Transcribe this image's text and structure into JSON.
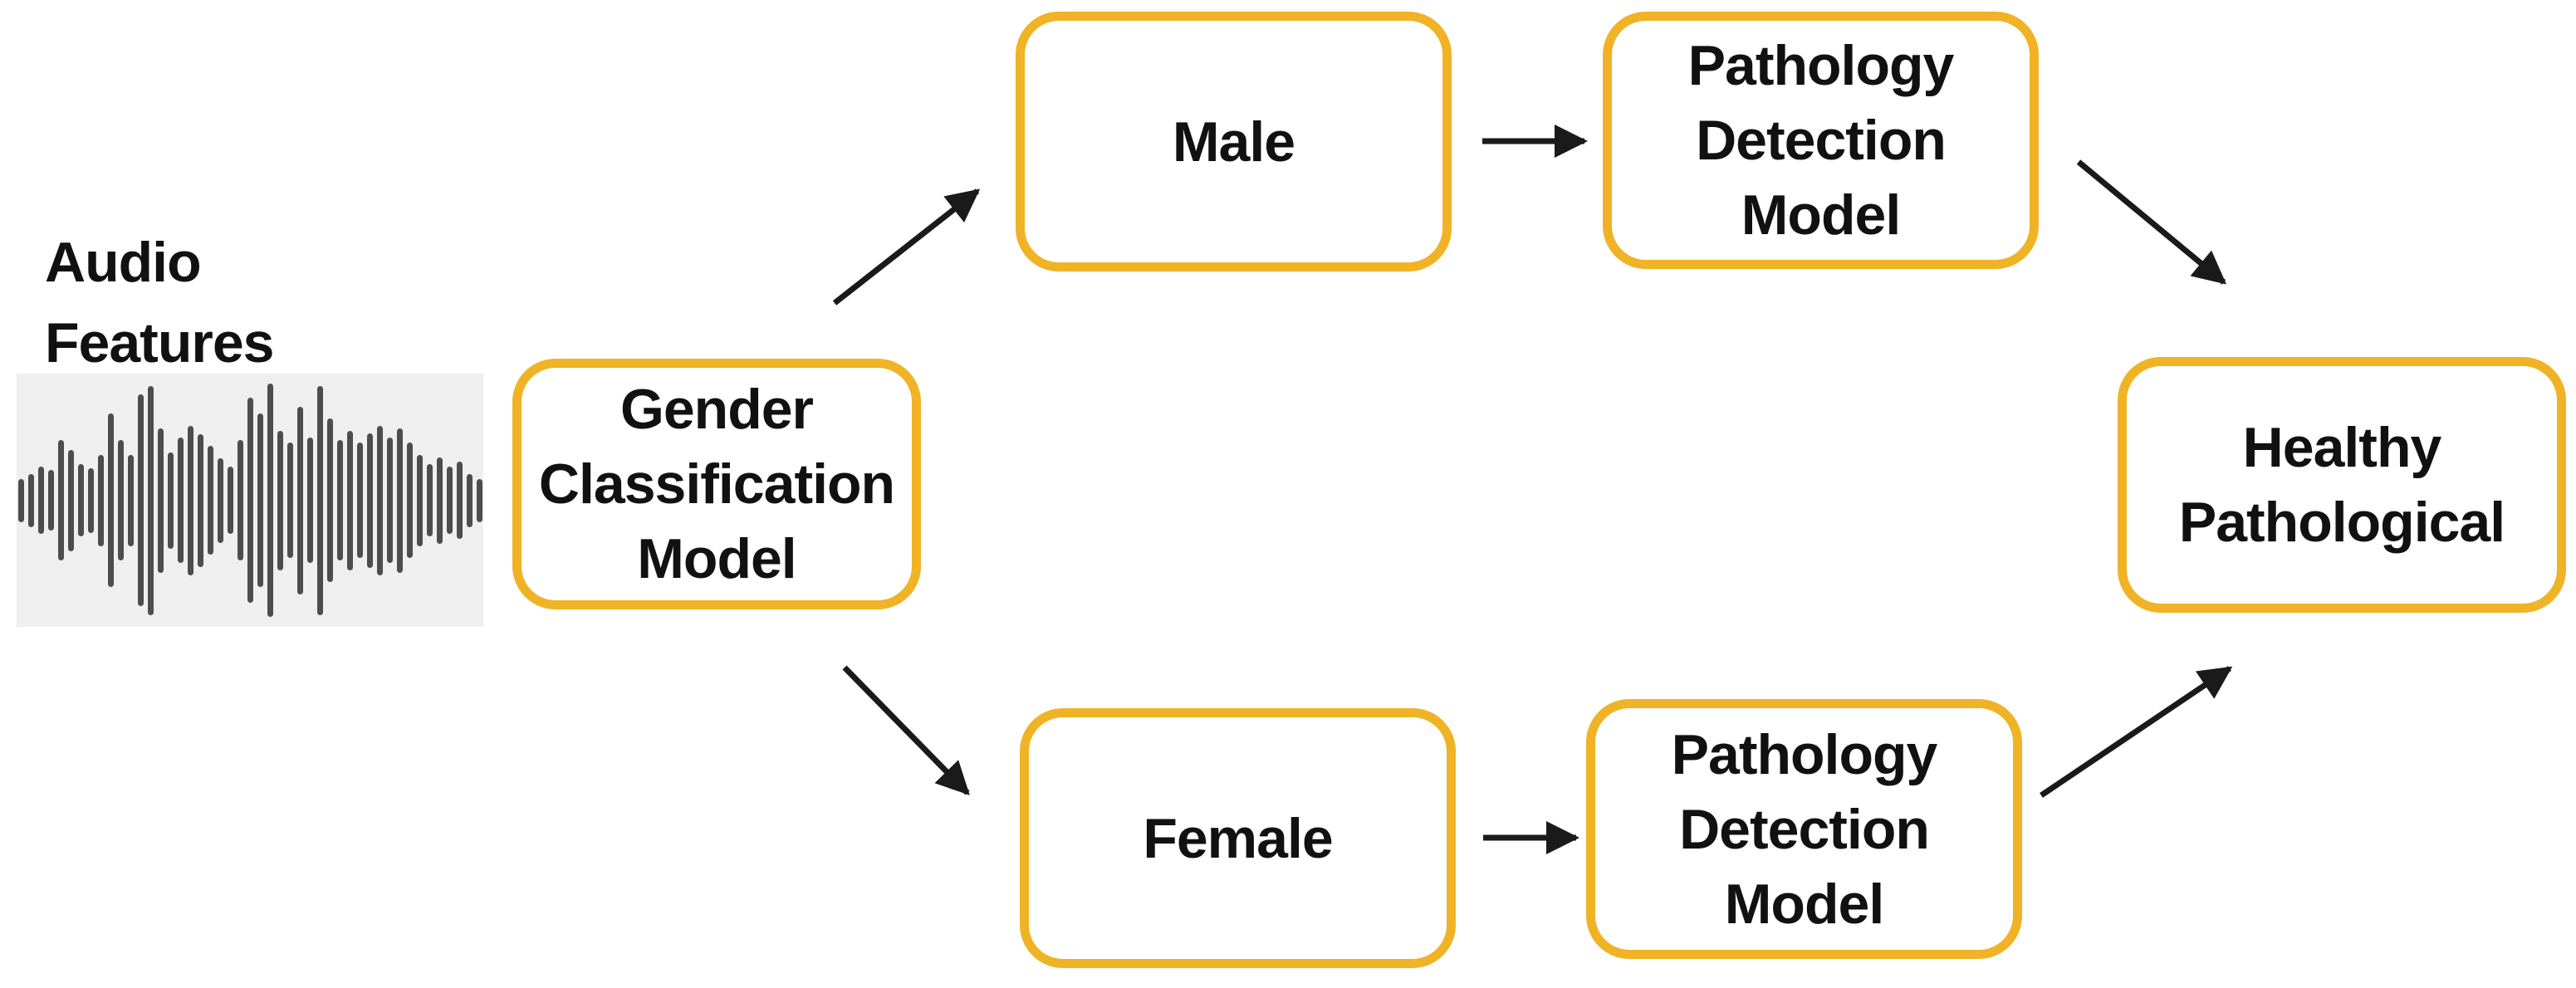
{
  "colors": {
    "page_bg": "#FFFFFF",
    "box_border": "#F0B326",
    "box_fill": "#FFFFFF",
    "text": "#111111",
    "arrow": "#1A1A1A",
    "waveform_bar": "#4D4D4D",
    "waveform_bg": "#F0EFF0"
  },
  "labels": {
    "audio_features": "Audio\nFeatures"
  },
  "nodes": {
    "gender": {
      "label": "Gender\nClassification\nModel"
    },
    "male": {
      "label": "Male"
    },
    "pathology_top": {
      "label": "Pathology\nDetection\nModel"
    },
    "female": {
      "label": "Female"
    },
    "pathology_bottom": {
      "label": "Pathology\nDetection\nModel"
    },
    "healthy": {
      "label": "Healthy\nPathological"
    }
  },
  "edges": [
    {
      "from": "gender",
      "to": "male"
    },
    {
      "from": "gender",
      "to": "female"
    },
    {
      "from": "male",
      "to": "pathology_top"
    },
    {
      "from": "female",
      "to": "pathology_bottom"
    },
    {
      "from": "pathology_top",
      "to": "healthy"
    },
    {
      "from": "pathology_bottom",
      "to": "healthy"
    }
  ],
  "waveform": {
    "icon": "audio-waveform-icon",
    "bars": [
      0.18,
      0.22,
      0.28,
      0.25,
      0.5,
      0.42,
      0.3,
      0.27,
      0.38,
      0.72,
      0.5,
      0.38,
      0.88,
      0.95,
      0.6,
      0.4,
      0.52,
      0.62,
      0.55,
      0.45,
      0.35,
      0.28,
      0.5,
      0.85,
      0.72,
      0.97,
      0.58,
      0.48,
      0.78,
      0.52,
      0.95,
      0.68,
      0.5,
      0.58,
      0.48,
      0.56,
      0.62,
      0.52,
      0.6,
      0.48,
      0.38,
      0.3,
      0.36,
      0.28,
      0.32,
      0.22,
      0.18
    ]
  }
}
